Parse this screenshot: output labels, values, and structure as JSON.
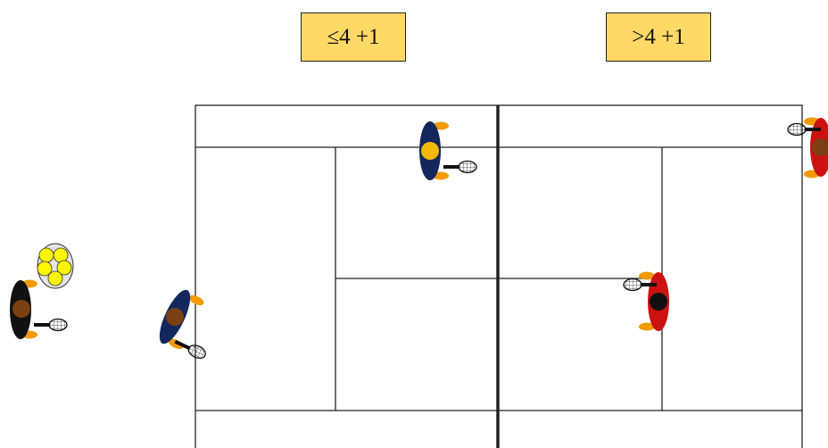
{
  "labels": {
    "left_score": "≤4 +1",
    "right_score": ">4 +1"
  },
  "colors": {
    "label_fill": "#FFD966",
    "court_line": "#222222",
    "blue_team": "#14275C",
    "red_team": "#CC1111",
    "coach_shirt": "#111111",
    "skin": "#7A3F12",
    "shoes": "#F29A00",
    "cap_yellow": "#F2B800",
    "ball": "#FFF700",
    "ball_basket": "#E4E4E4"
  },
  "players": [
    {
      "id": "coach",
      "team": "coach",
      "side": "outside-left"
    },
    {
      "id": "blue-baseline",
      "team": "blue",
      "side": "left"
    },
    {
      "id": "blue-net",
      "team": "blue",
      "side": "left"
    },
    {
      "id": "red-net",
      "team": "red",
      "side": "right"
    },
    {
      "id": "red-baseline",
      "team": "red",
      "side": "right"
    }
  ]
}
